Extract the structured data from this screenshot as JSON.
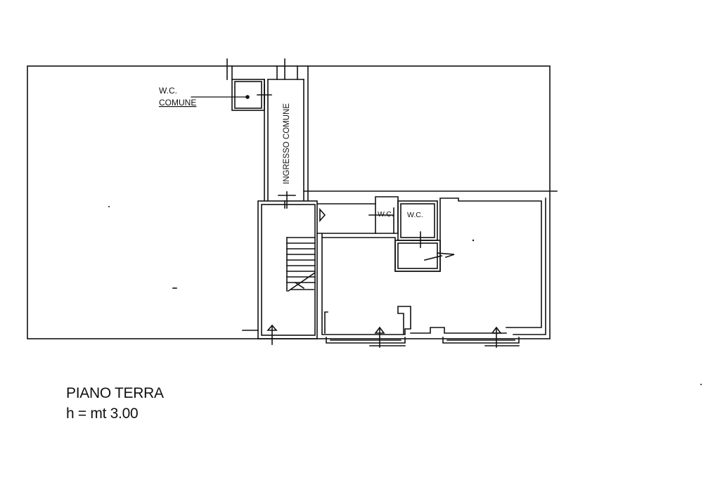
{
  "labels": {
    "wc_common_line1": "W.C.",
    "wc_common_line2": "COMUNE",
    "corridor": "INGRESSO COMUNE",
    "wc_small": "W.C.",
    "wc_large": "W.C."
  },
  "caption": {
    "title": "PIANO TERRA",
    "height": "h = mt 3.00"
  },
  "colors": {
    "ink": "#111111",
    "paper": "#ffffff"
  }
}
